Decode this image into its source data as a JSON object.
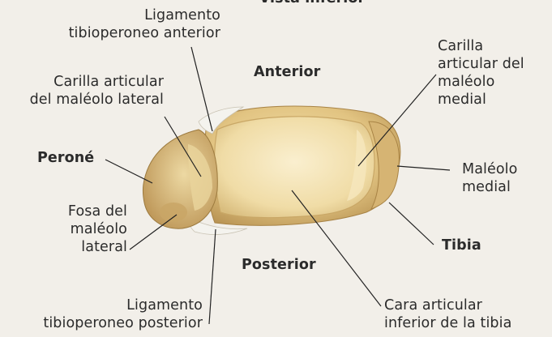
{
  "diagram": {
    "title_partial": "Vista inferior",
    "orientation": {
      "anterior": "Anterior",
      "posterior": "Posterior"
    },
    "labels": {
      "lig_anterior": [
        "Ligamento",
        "tibioperoneo anterior"
      ],
      "carilla_lateral": [
        "Carilla articular",
        "del maléolo lateral"
      ],
      "perone": "Peroné",
      "fosa": [
        "Fosa del",
        "maléolo",
        "lateral"
      ],
      "lig_posterior": [
        "Ligamento",
        "tibioperoneo posterior"
      ],
      "carilla_medial": [
        "Carilla",
        "articular del",
        "maléolo",
        "medial"
      ],
      "maleolo_medial": [
        "Maléolo",
        "medial"
      ],
      "tibia": "Tibia",
      "cara_inferior": [
        "Cara articular",
        "inferior de la tibia"
      ]
    },
    "colors": {
      "bone": "#e6cf93",
      "bone_shadow": "#b9965a",
      "articular_surface": "#f3e2b2",
      "ligament": "#f4f4f0",
      "leader_lines": "#222222"
    }
  }
}
